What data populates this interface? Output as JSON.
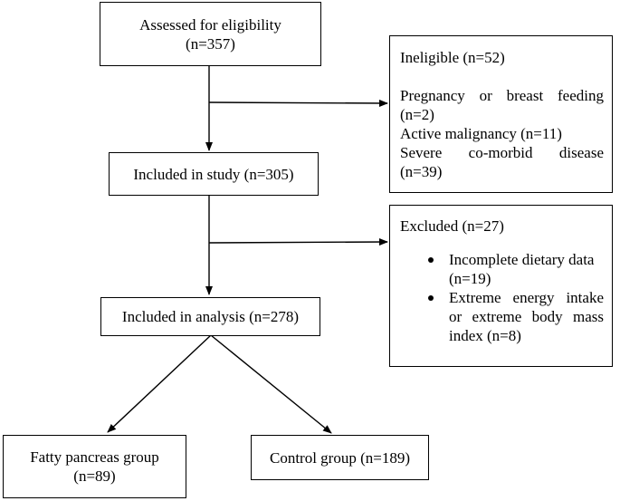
{
  "assessed": {
    "title": "Assessed for eligibility",
    "count": "(n=357)"
  },
  "ineligible": {
    "title": "Ineligible (n=52)",
    "lines": [
      "Pregnancy or breast feeding",
      "(n=2)",
      "Active malignancy (n=11)",
      "Severe co-morbid disease",
      "(n=39)"
    ]
  },
  "included_study": {
    "label": "Included in study (n=305)"
  },
  "excluded": {
    "title": "Excluded (n=27)",
    "items": [
      {
        "lines": [
          "Incomplete dietary data",
          "(n=19)"
        ]
      },
      {
        "lines": [
          "Extreme energy intake",
          "or extreme body mass",
          "index (n=8)"
        ]
      }
    ]
  },
  "included_analysis": {
    "label": "Included in analysis (n=278)"
  },
  "fatty": {
    "title": "Fatty pancreas group",
    "count": "(n=89)"
  },
  "control": {
    "label": "Control group (n=189)"
  }
}
